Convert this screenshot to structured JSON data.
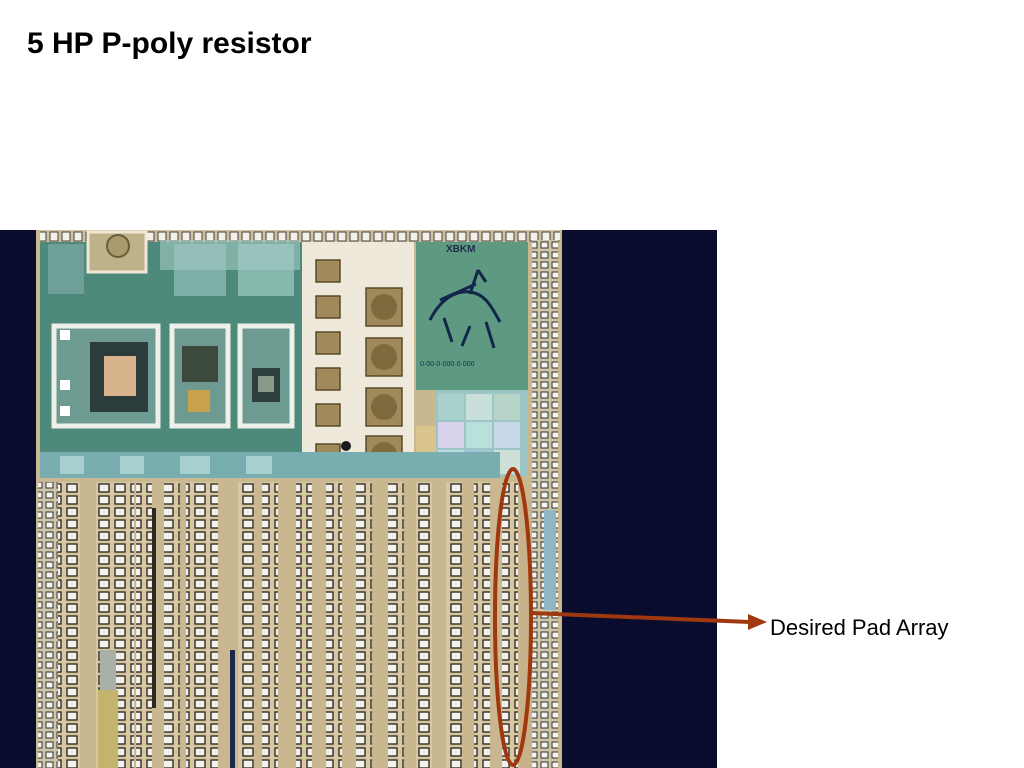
{
  "slide": {
    "title": "5 HP P-poly resistor"
  },
  "photo": {
    "subject": "die-micrograph",
    "chip_marking": "XBKM"
  },
  "annotation": {
    "label": "Desired Pad Array",
    "color": "#a0380f"
  }
}
